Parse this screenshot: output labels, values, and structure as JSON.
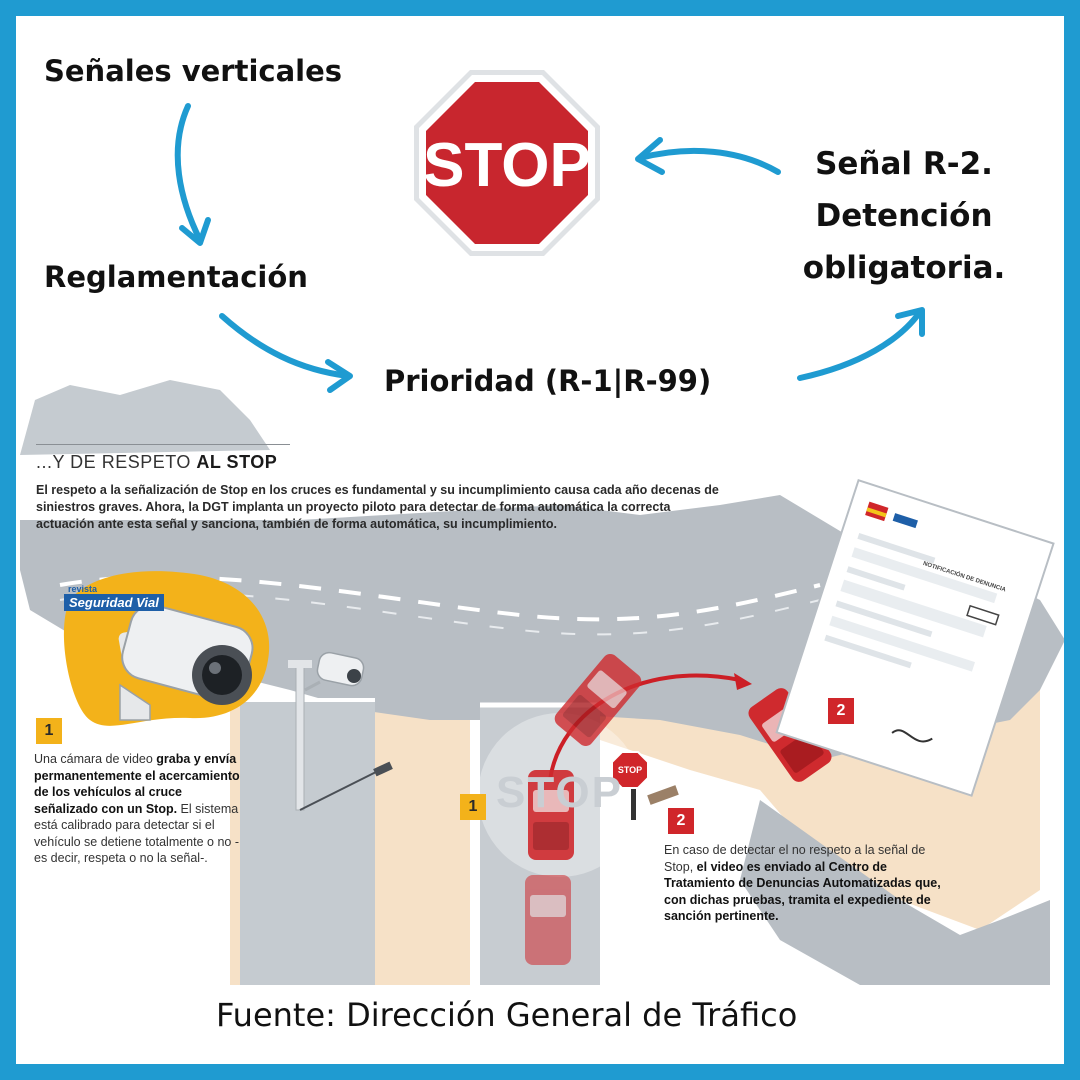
{
  "flow": {
    "senales_verticales": "Señales verticales",
    "reglamentacion": "Reglamentación",
    "prioridad": "Prioridad (R-1|R-99)",
    "senal_r2": [
      "Señal R-2.",
      "Detención",
      "obligatoria."
    ]
  },
  "stop_sign": {
    "text": "STOP",
    "color": "#c8262e"
  },
  "infographic": {
    "heading_light": "...Y DE RESPETO ",
    "heading_bold": "AL STOP",
    "lead": "El respeto a la señalización de Stop en los cruces es fundamental y su incumplimiento causa cada año decenas de siniestros graves. Ahora, la DGT implanta un proyecto piloto para detectar de forma automática la correcta actuación ante esta señal y sanciona, también de forma automática, su incumplimiento.",
    "brand_top": "revista",
    "brand_name": "Seguridad Vial",
    "road_text": "STOP",
    "small_sign_text": "STOP",
    "doc_title": "NOTIFICACIÓN DE DENUNCIA",
    "step1": {
      "number": "1",
      "plain_a": "Una cámara de video ",
      "bold_a": "graba y envía permanentemente el acercamiento de los vehículos al cruce señalizado con un Stop.",
      "plain_b": " El sistema está calibrado para detectar si el vehículo se detiene totalmente o no -es decir, respeta o no la señal-."
    },
    "step2": {
      "number": "2",
      "plain_a": "En caso de detectar el no respeto a la señal de Stop, ",
      "bold_a": "el video es enviado al Centro de Tratamiento de Denuncias Automatizadas que, con dichas pruebas, tramita el expediente de sanción pertinente."
    },
    "map_number_1": "1",
    "map_number_2a": "2",
    "map_number_2b": "2"
  },
  "source": "Fuente: Dirección General de Tráfico",
  "colors": {
    "frame": "#1f9bd1",
    "arrow": "#1f9bd1",
    "road": "#b8bec4",
    "car": "#cf2a2e",
    "sand": "#f6e1c7",
    "camera_bg": "#f3b21a"
  }
}
